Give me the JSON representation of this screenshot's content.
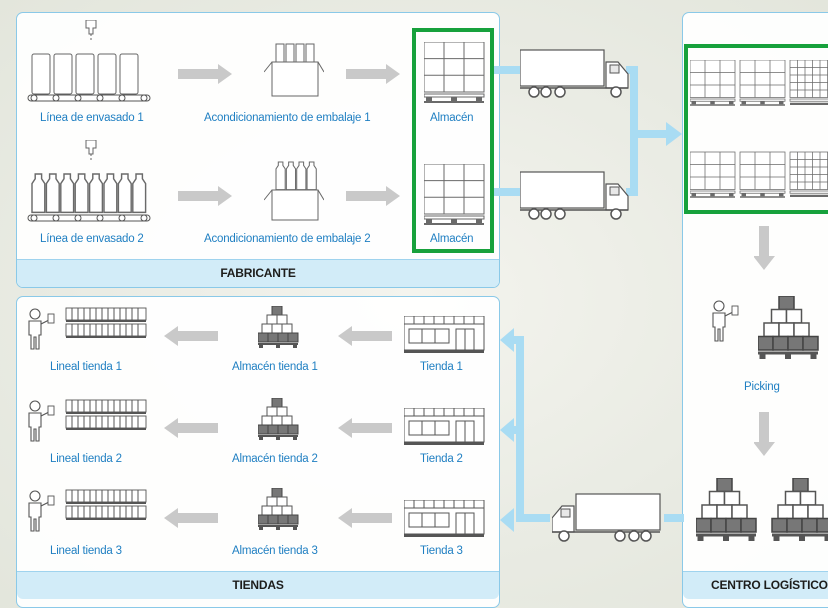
{
  "fabricante": {
    "title": "FABRICANTE",
    "line1": {
      "envasado": "Línea de envasado 1",
      "embalaje": "Acondicionamiento de embalaje 1",
      "almacen": "Almacén"
    },
    "line2": {
      "envasado": "Línea de envasado 2",
      "embalaje": "Acondicionamiento de embalaje 2",
      "almacen": "Almacén"
    }
  },
  "tiendas": {
    "title": "TIENDAS",
    "rows": [
      {
        "lineal": "Lineal tienda 1",
        "almacen": "Almacén tienda 1",
        "tienda": "Tienda 1"
      },
      {
        "lineal": "Lineal tienda 2",
        "almacen": "Almacén tienda 2",
        "tienda": "Tienda 2"
      },
      {
        "lineal": "Lineal tienda 3",
        "almacen": "Almacén tienda 3",
        "tienda": "Tienda 3"
      }
    ]
  },
  "centro": {
    "title": "CENTRO LOGÍSTICO",
    "picking": "Picking"
  },
  "colors": {
    "label": "#1f7fc2",
    "panel_border": "#8ac9e8",
    "footer_bg": "#d2ecf8",
    "flow_line": "#a9dcf3",
    "gray_arrow": "#c6c6c6",
    "highlight": "#17a13c",
    "icon_stroke": "#555555"
  }
}
